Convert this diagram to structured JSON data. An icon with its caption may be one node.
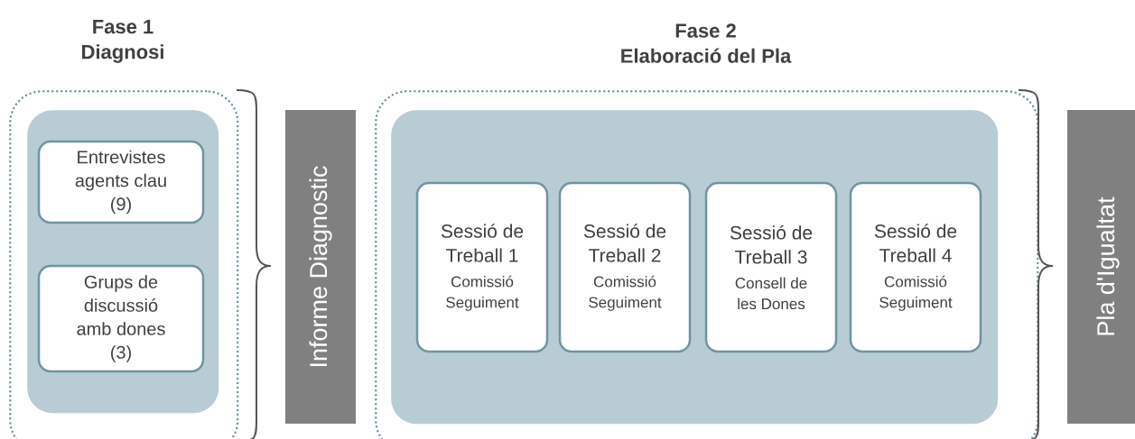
{
  "diagram": {
    "nodes": [
      {
        "text": [
          "Fase 1 Diagnosi"
        ]
      },
      {
        "text": [],
        "shape": "box",
        "in": 0
      },
      {
        "text": [
          "Entrevistes agents clau (9)"
        ],
        "in": 1
      },
      {
        "text": [
          "Grups de discussió amb dones (3)"
        ],
        "in": 1
      },
      {
        "text": [
          "Informe Diagnostic"
        ]
      },
      {
        "text": [
          "Fase 2 Elaboració del Pla"
        ]
      },
      {
        "text": [],
        "shape": "box",
        "in": 5
      },
      {
        "text": [
          "Sessió de Treball 1",
          "Comissió Seguiment"
        ],
        "in": 6
      },
      {
        "text": [
          "Sessió de Treball 2",
          "Comissió Seguiment"
        ],
        "in": 6
      },
      {
        "text": [
          "Sessió de Treball 3",
          "Consell de les Dones"
        ],
        "in": 6
      },
      {
        "text": [
          "Sessió de Treball 4",
          "Comissió Seguiment"
        ],
        "in": 6
      },
      {
        "text": [
          "Pla d'Igualtat"
        ]
      }
    ]
  }
}
